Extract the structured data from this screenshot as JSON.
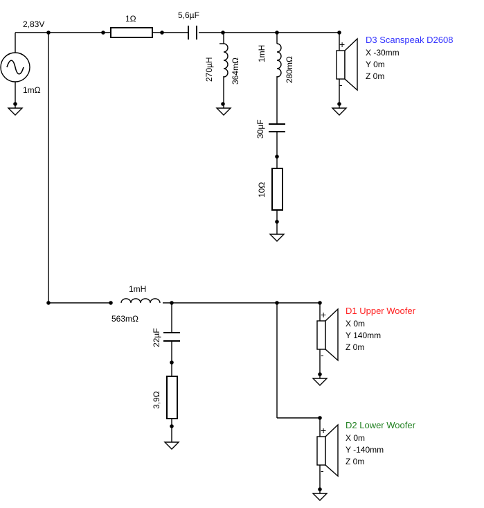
{
  "colors": {
    "background": "#ffffff",
    "wire": "#000000",
    "driver_d3": "#3333ff",
    "driver_d1": "#ff2020",
    "driver_d2": "#208020"
  },
  "source": {
    "voltage": "2,83V",
    "resistance": "1mΩ"
  },
  "tweeter_branch": {
    "series_resistor": "1Ω",
    "series_capacitor": "5,6µF",
    "shunt_inductor_1": {
      "value": "270µH",
      "resistance": "364mΩ"
    },
    "shunt_inductor_2": {
      "value": "1mH",
      "resistance": "280mΩ"
    },
    "notch_capacitor": "30µF",
    "notch_resistor": "10Ω"
  },
  "woofer_branch": {
    "series_inductor": {
      "value": "1mH",
      "resistance": "563mΩ"
    },
    "shunt_capacitor": "22µF",
    "shunt_resistor": "3,9Ω"
  },
  "drivers": {
    "d3": {
      "name": "D3 Scanspeak D2608",
      "x": "X -30mm",
      "y": "Y 0m",
      "z": "Z 0m"
    },
    "d1": {
      "name": "D1 Upper Woofer",
      "x": "X 0m",
      "y": "Y 140mm",
      "z": "Z 0m"
    },
    "d2": {
      "name": "D2 Lower Woofer",
      "x": "X 0m",
      "y": "Y -140mm",
      "z": "Z 0m"
    }
  },
  "polarity": {
    "plus": "+",
    "minus": "-"
  }
}
